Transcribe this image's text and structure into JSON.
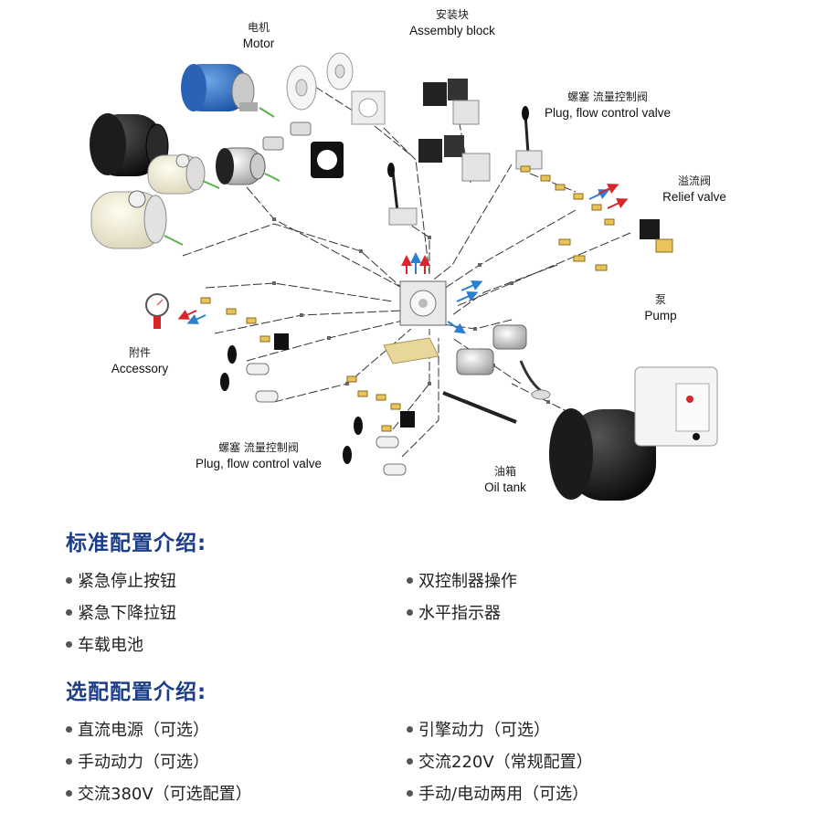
{
  "labels": {
    "motor": {
      "cn": "电机",
      "en": "Motor"
    },
    "assembly_block": {
      "cn": "安装块",
      "en": "Assembly block"
    },
    "plug_flow_top": {
      "cn": "螺塞  流量控制阀",
      "en": "Plug, flow control valve"
    },
    "relief_valve": {
      "cn": "溢流阀",
      "en": "Relief valve"
    },
    "pump": {
      "cn": "泵",
      "en": "Pump"
    },
    "accessory": {
      "cn": "附件",
      "en": "Accessory"
    },
    "plug_flow_bottom": {
      "cn": "螺塞  流量控制阀",
      "en": "Plug, flow control valve"
    },
    "oil_tank": {
      "cn": "油箱",
      "en": "Oil tank"
    }
  },
  "standard": {
    "title": "标准配置介绍:",
    "items": [
      "紧急停止按钮",
      "双控制器操作",
      "紧急下降拉钮",
      "水平指示器",
      "车载电池"
    ]
  },
  "optional": {
    "title": "选配配置介绍:",
    "items": [
      "直流电源（可选）",
      "引擎动力（可选）",
      "手动动力（可选）",
      "交流220V（常规配置）",
      "交流380V（可选配置）",
      "手动/电动两用（可选）"
    ]
  },
  "colors": {
    "title_blue": "#1c3e88",
    "motor_blue": "#2f6fc4",
    "arrow_red": "#d8262b",
    "arrow_blue": "#2b7fd0",
    "accent_green": "#5ab04a",
    "tank_black": "#151515"
  }
}
